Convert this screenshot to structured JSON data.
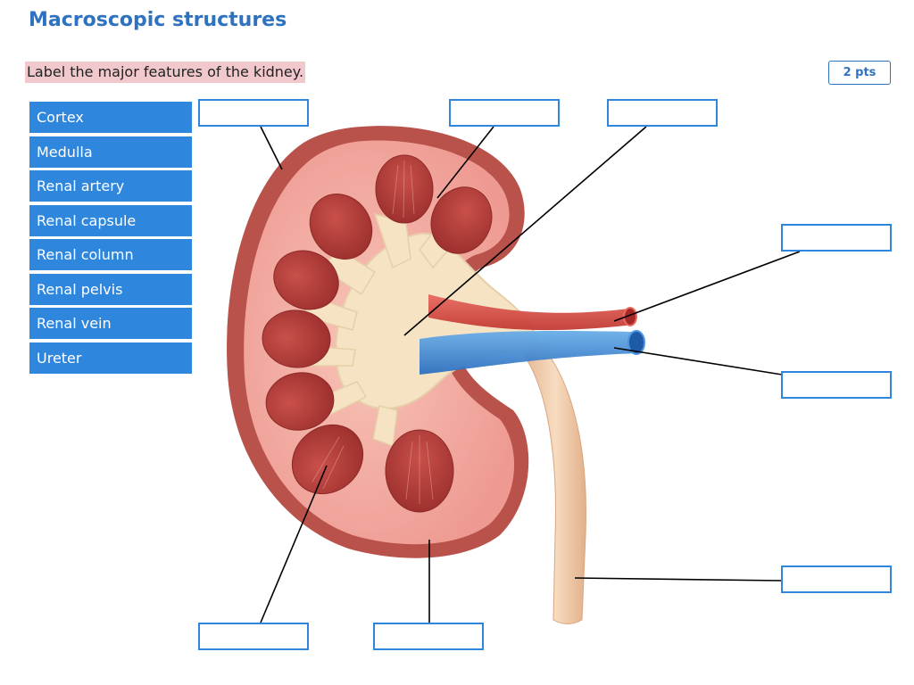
{
  "header": {
    "title": "Macroscopic structures"
  },
  "question": {
    "instruction": "Label the major features of the kidney.",
    "points": "2 pts"
  },
  "terms": [
    {
      "label": "Cortex"
    },
    {
      "label": "Medulla"
    },
    {
      "label": "Renal artery"
    },
    {
      "label": "Renal capsule"
    },
    {
      "label": "Renal column"
    },
    {
      "label": "Renal pelvis"
    },
    {
      "label": "Renal vein"
    },
    {
      "label": "Ureter"
    }
  ],
  "drop_zones": [
    {
      "id": "capsule",
      "value": ""
    },
    {
      "id": "column",
      "value": ""
    },
    {
      "id": "pelvis",
      "value": ""
    },
    {
      "id": "artery",
      "value": ""
    },
    {
      "id": "vein",
      "value": ""
    },
    {
      "id": "ureter",
      "value": ""
    },
    {
      "id": "medulla",
      "value": ""
    },
    {
      "id": "cortex",
      "value": ""
    }
  ],
  "colors": {
    "accent": "#2f86dd",
    "title": "#2f73c0",
    "instruction_highlight": "#f1c8cc",
    "kidney_outer": "#c2574e",
    "kidney_cortex": "#f3a9a1",
    "pyramid": "#b33a37",
    "pelvis": "#f6e3c3",
    "artery": "#d9463e",
    "vein": "#3b86d6",
    "ureter": "#f0d2b0"
  }
}
